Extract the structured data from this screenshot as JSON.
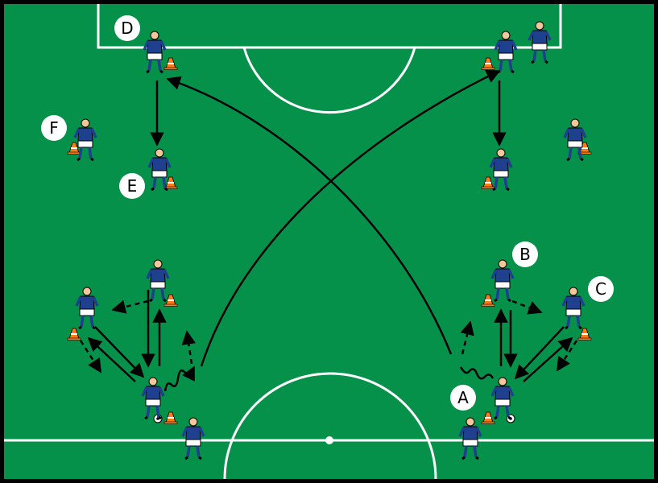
{
  "colors": {
    "grass": "#05914a",
    "border": "#000000",
    "line": "#ffffff",
    "jersey": "#1f3f8f",
    "shorts": "#ffffff",
    "skin": "#f2c79a",
    "cone": "#ff7a1a",
    "arrow": "#000000"
  },
  "labels": {
    "A": "A",
    "B": "B",
    "C": "C",
    "D": "D",
    "E": "E",
    "F": "F"
  },
  "icons": {
    "player": "player-icon",
    "cone": "cone-icon",
    "ball": "ball-icon"
  }
}
